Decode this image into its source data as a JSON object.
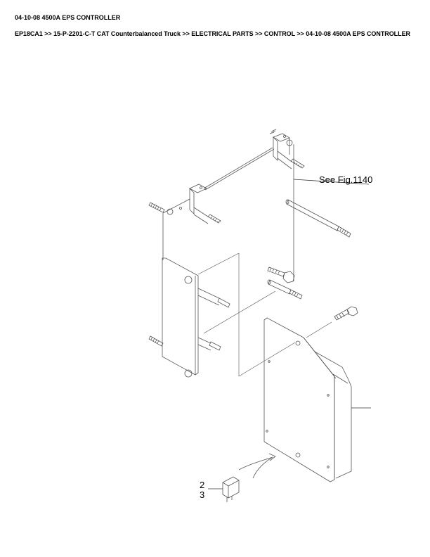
{
  "header": {
    "title": "04-10-08 4500A EPS CONTROLLER",
    "breadcrumb": "EP18CA1 >> 15-P-2201-C-T CAT Counterbalanced Truck >> ELECTRICAL PARTS >> CONTROL >> 04-10-08 4500A EPS CONTROLLER"
  },
  "diagram": {
    "callouts": {
      "see_fig": "See Fig.1140",
      "part_2": "2",
      "part_3": "3"
    },
    "line_color": "#555555"
  }
}
